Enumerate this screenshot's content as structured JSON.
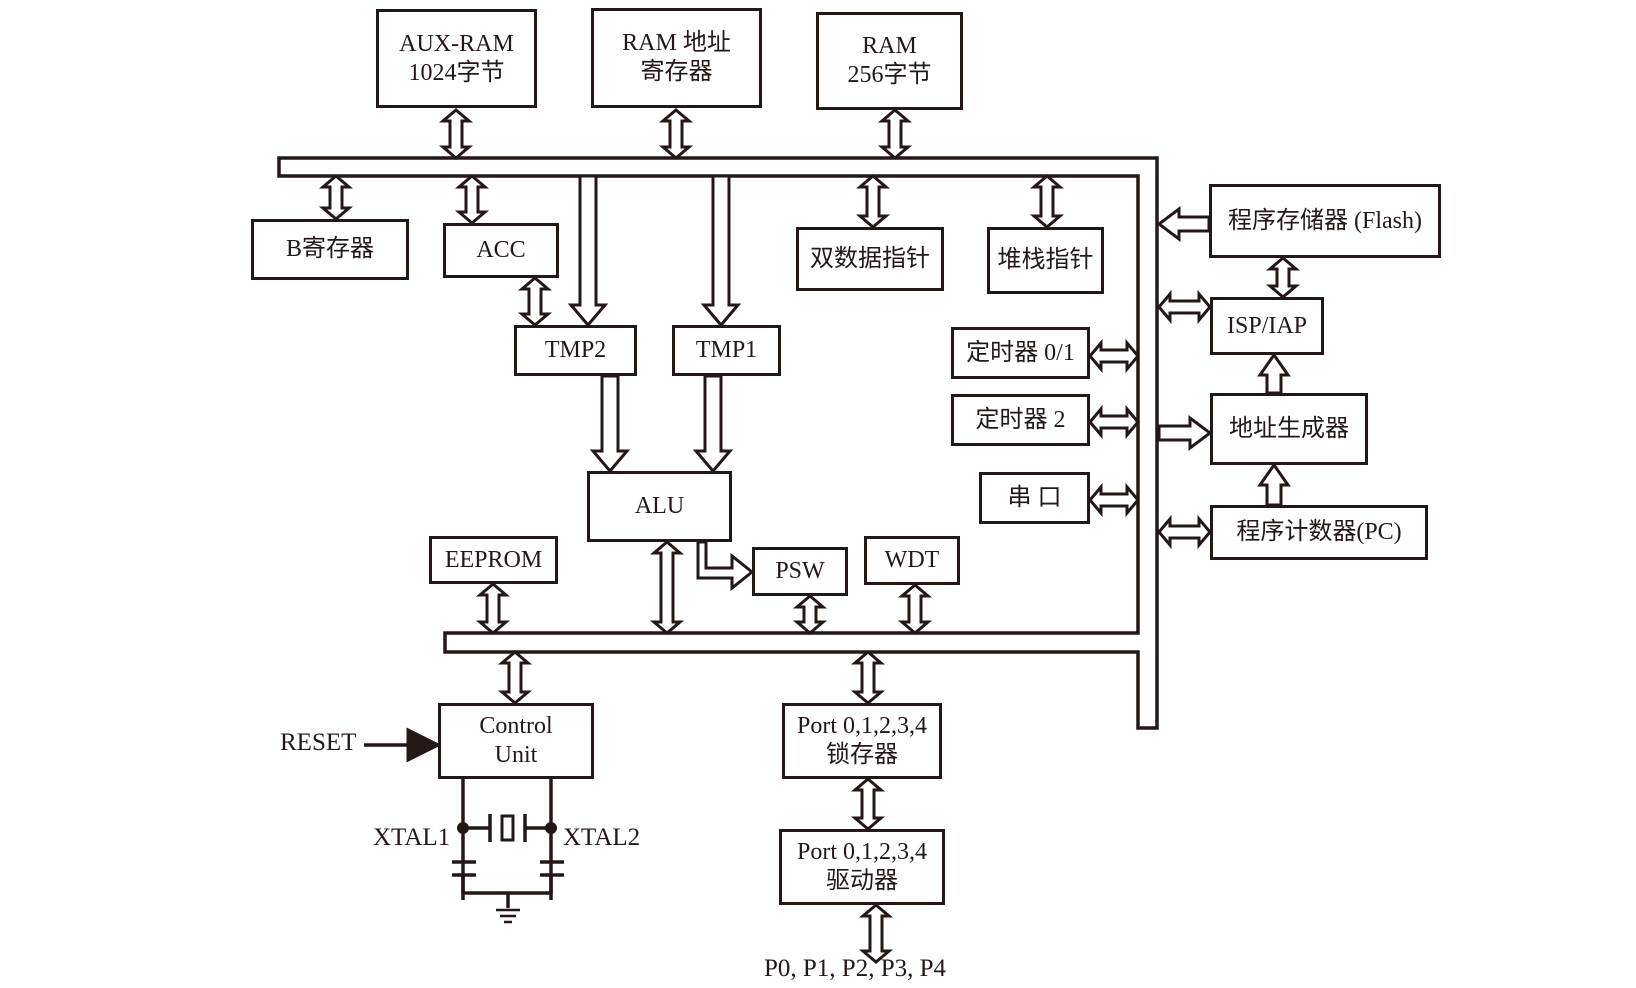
{
  "diagram": {
    "boxes": {
      "aux_ram": {
        "line1": "AUX-RAM",
        "line2": "1024字节"
      },
      "ram_addr": {
        "line1": "RAM 地址",
        "line2": "寄存器"
      },
      "ram256": {
        "line1": "RAM",
        "line2": "256字节"
      },
      "b_reg": {
        "line1": "B寄存器"
      },
      "acc": {
        "line1": "ACC"
      },
      "dptr": {
        "line1": "双数据指针"
      },
      "sp": {
        "line1": "堆栈指针"
      },
      "tmp2": {
        "line1": "TMP2"
      },
      "tmp1": {
        "line1": "TMP1"
      },
      "timer01": {
        "line1": "定时器 0/1"
      },
      "timer2": {
        "line1": "定时器 2"
      },
      "uart": {
        "line1": "串 口"
      },
      "alu": {
        "line1": "ALU"
      },
      "eeprom": {
        "line1": "EEPROM"
      },
      "psw": {
        "line1": "PSW"
      },
      "wdt": {
        "line1": "WDT"
      },
      "flash": {
        "line1": "程序存储器 (Flash)"
      },
      "isp": {
        "line1": "ISP/IAP"
      },
      "addr_gen": {
        "line1": "地址生成器"
      },
      "pc": {
        "line1": "程序计数器(PC)"
      },
      "control": {
        "line1": "Control",
        "line2": "Unit"
      },
      "port_latch": {
        "line1": "Port 0,1,2,3,4",
        "line2": "锁存器"
      },
      "port_driver": {
        "line1": "Port 0,1,2,3,4",
        "line2": "驱动器"
      }
    },
    "labels": {
      "reset": "RESET",
      "xtal1": "XTAL1",
      "xtal2": "XTAL2",
      "ports": "P0, P1, P2, P3, P4"
    },
    "colors": {
      "ink": "#231815",
      "background": "#ffffff"
    }
  }
}
